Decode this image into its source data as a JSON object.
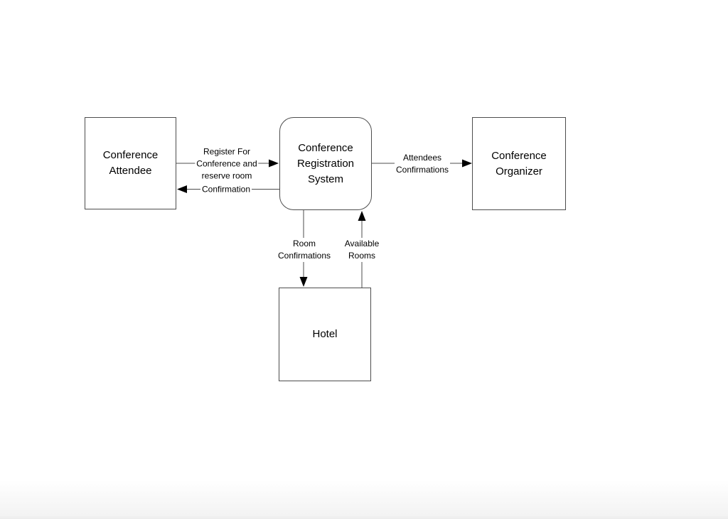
{
  "diagram": {
    "type": "data-flow-diagram",
    "nodes": [
      {
        "id": "conference-attendee",
        "shape": "rectangle",
        "label": "Conference\nAttendee"
      },
      {
        "id": "conference-registration-system",
        "shape": "rounded-rectangle",
        "label": "Conference\nRegistration\nSystem"
      },
      {
        "id": "conference-organizer",
        "shape": "rectangle",
        "label": "Conference\nOrganizer"
      },
      {
        "id": "hotel",
        "shape": "rectangle",
        "label": "Hotel"
      }
    ],
    "edges": [
      {
        "from": "conference-attendee",
        "to": "conference-registration-system",
        "direction": "right",
        "label": "Register For\nConference and\nreserve room"
      },
      {
        "from": "conference-registration-system",
        "to": "conference-attendee",
        "direction": "left",
        "label": "Confirmation"
      },
      {
        "from": "conference-registration-system",
        "to": "conference-organizer",
        "direction": "right",
        "label": "Attendees\nConfirmations"
      },
      {
        "from": "conference-registration-system",
        "to": "hotel",
        "direction": "down",
        "label": "Room\nConfirmations"
      },
      {
        "from": "hotel",
        "to": "conference-registration-system",
        "direction": "up",
        "label": "Available\nRooms"
      }
    ],
    "colors": {
      "line": "#4d4d4d",
      "border": "#4d4d4d",
      "text": "#000000",
      "arrowhead": "#000000",
      "background": "#ffffff",
      "fade": "#ececec"
    }
  }
}
